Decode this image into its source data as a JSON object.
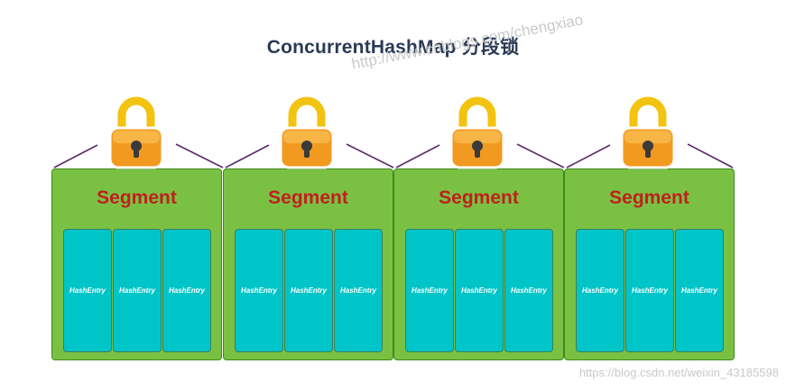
{
  "title": "ConcurrentHashMap 分段锁",
  "watermarks": {
    "top": "http://www.cnblogs.com/chengxiao",
    "bottom": "https://blog.csdn.net/weixin_43185598"
  },
  "segments": [
    {
      "label": "Segment",
      "entries": [
        "HashEntry",
        "HashEntry",
        "HashEntry"
      ]
    },
    {
      "label": "Segment",
      "entries": [
        "HashEntry",
        "HashEntry",
        "HashEntry"
      ]
    },
    {
      "label": "Segment",
      "entries": [
        "HashEntry",
        "HashEntry",
        "HashEntry"
      ]
    },
    {
      "label": "Segment",
      "entries": [
        "HashEntry",
        "HashEntry",
        "HashEntry"
      ]
    }
  ],
  "icons": {
    "lock": "lock-icon"
  },
  "colors": {
    "segment": "#7ac143",
    "segment_label": "#c0201e",
    "entry": "#00c5c8",
    "lock_body": "#f29a1f",
    "lock_shackle": "#f2c30f",
    "connector": "#5a2a6a"
  }
}
